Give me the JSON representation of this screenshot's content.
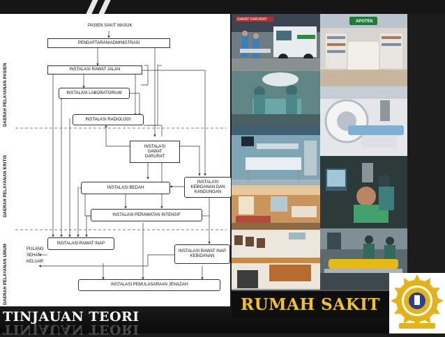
{
  "slide": {
    "footer_title": "TINJAUAN TEORI",
    "banner_text": "RUMAH SAKIT"
  },
  "flowchart": {
    "start_label": "PASIEN SAKIT MASUK",
    "areas": [
      "DAERAH PELAYANAN PASIEN",
      "DAERAH PELAYANAN KRITIS",
      "DAERAH PELAYANAN UMUM"
    ],
    "nodes": {
      "pendaftaran": "PENDAFTARAN/ADMINISTRASI",
      "rawat_jalan": "INSTALASI RAWAT JALAN",
      "laboratorium": "INSTALASI LABORATORIUM",
      "radiologi": "INSTALASI RADIOLOGI",
      "gawat_darurat": "INSTALASI GAWAT DARURAT",
      "bedah": "INSTALASI BEDAH",
      "kebidanan": "INSTALASI KEBIDANAN DAN KANDUNGAN",
      "perawatan_intensif": "INSTALASI PERAWATAN INTENSIF",
      "rawat_inap": "INSTALASI RAWAT INAP",
      "rawat_inap_kebidanan": "INSTALASI RAWAT INAP KEBIDANAN",
      "pemulasaraan": "INSTALASI PEMULASARAAN JENAZAH"
    },
    "exit_label": "PULANG SEHAT KELUAR"
  },
  "photos": {
    "ambulance_sign": "GAWAT DARURAT",
    "pharmacy_sign": "APOTEK"
  },
  "colors": {
    "banner_text": "#f3c318",
    "logo_gold": "#e3b318",
    "logo_blue": "#2a3f8f"
  }
}
